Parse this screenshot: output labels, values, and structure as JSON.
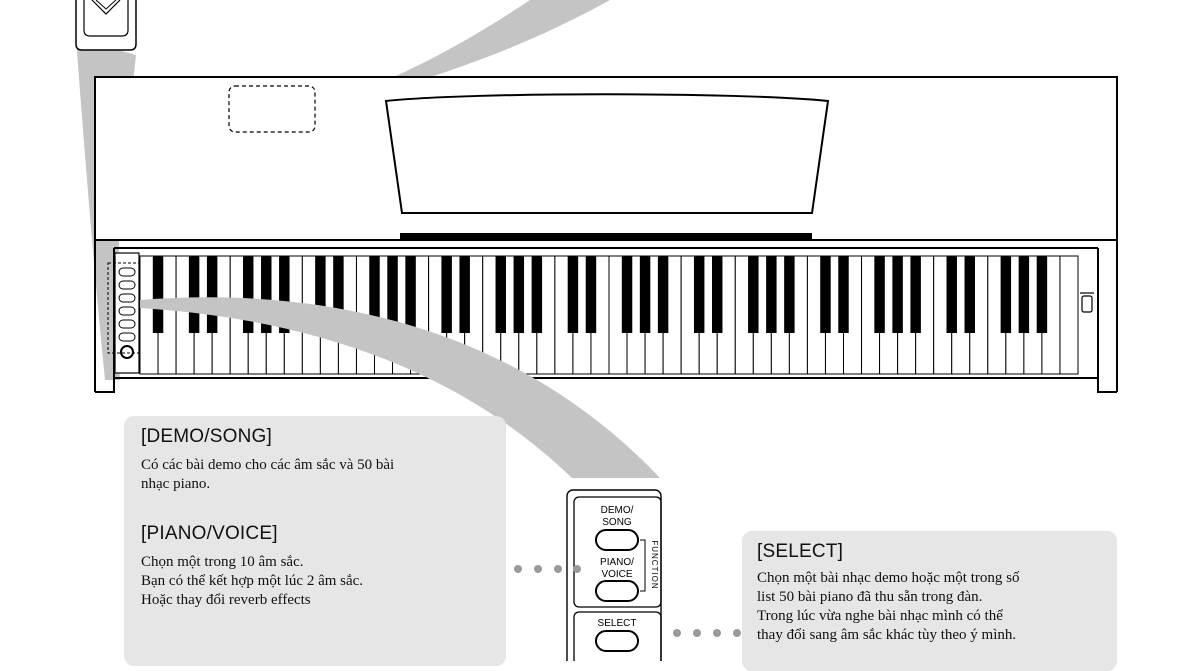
{
  "panel": {
    "demo_song_label_line1": "DEMO/",
    "demo_song_label_line2": "SONG",
    "piano_voice_label_line1": "PIANO/",
    "piano_voice_label_line2": "VOICE",
    "function_label": "FUNCTION",
    "select_label": "SELECT"
  },
  "callouts": {
    "demo_song": {
      "heading": "[DEMO/SONG]",
      "lines": [
        "Có các bài demo cho các âm sắc và 50 bài",
        "nhạc piano."
      ]
    },
    "piano_voice": {
      "heading": "[PIANO/VOICE]",
      "lines": [
        "Chọn một trong 10 âm sắc.",
        "Bạn có thể kết hợp một lúc 2 âm sắc.",
        "Hoặc thay đổi reverb effects"
      ]
    },
    "select": {
      "heading": "[SELECT]",
      "lines": [
        "Chọn một bài nhạc demo hoặc một trong số",
        "list 50 bài piano đã thu sẵn trong đàn.",
        "Trong lúc vừa nghe bài nhạc mình có thể",
        "thay đổi sang âm sắc khác tùy theo ý mình."
      ]
    }
  },
  "colors": {
    "callout_background": "#e6e6e6",
    "beam": "#c4c4c4",
    "line": "#000000"
  },
  "keyboard": {
    "white_keys": 52
  }
}
